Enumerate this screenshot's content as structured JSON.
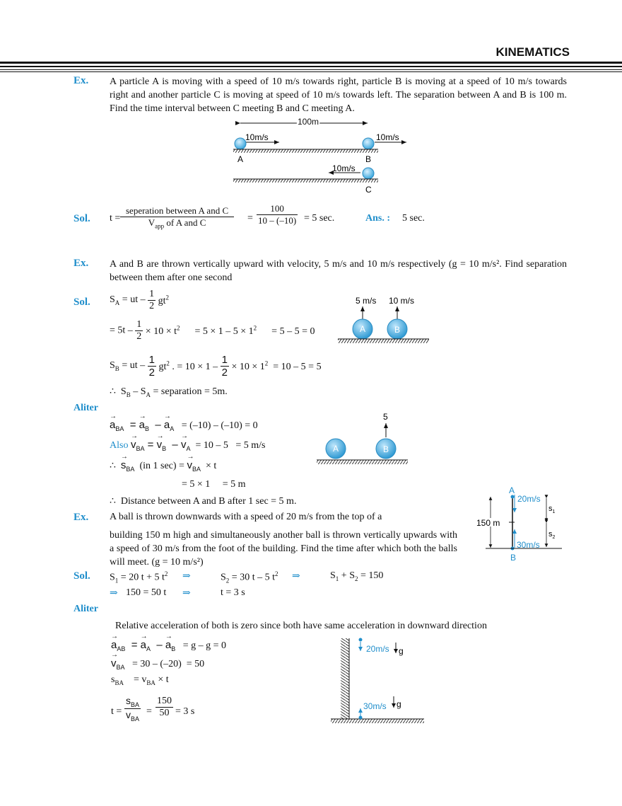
{
  "header": {
    "title": "KINEMATICS"
  },
  "ex1": {
    "label": "Ex.",
    "text": "A particle A is moving with a speed of 10 m/s towards right, particle B is moving at a speed of 10 m/s towards right and another particle C is moving at speed of 10 m/s towards left. The separation between A and B is 100 m. Find the time interval between C meeting B and C meeting A.",
    "fig": {
      "distance": "100m",
      "vA": "10m/s",
      "vB": "10m/s",
      "vC": "10m/s",
      "A": "A",
      "B": "B",
      "C": "C"
    }
  },
  "sol1": {
    "label": "Sol.",
    "t_eq": "t =",
    "num": "seperation  between  A and C",
    "den_v": "V",
    "den_sub": "app",
    "den_rest": " of A  and  C",
    "eq": "=",
    "num2": "100",
    "den2": "10 – (–10)",
    "result": "= 5 sec.",
    "ans_label": "Ans. :",
    "ans": "5 sec."
  },
  "ex2": {
    "label": "Ex.",
    "text": "A and B are thrown vertically upward with velocity, 5 m/s and 10 m/s respectively (g = 10 m/s². Find separation between them after one second",
    "fig": {
      "vA": "5 m/s",
      "vB": "10 m/s",
      "A": "A",
      "B": "B"
    }
  },
  "sol2": {
    "label": "Sol.",
    "l1": "S<sub>A</sub> = ut –",
    "half": "1",
    "two": "2",
    "l1b": "gt<sup>2</sup>",
    "l2a": "= 5t –",
    "l2b": "× 10 × t<sup>2</sup> &nbsp;&nbsp;&nbsp;&nbsp; = 5 × 1 – 5 × 1<sup>2</sup> &nbsp;&nbsp;&nbsp;&nbsp; = 5 – 5 = 0",
    "l3a": "S<sub>B</sub> = ut –",
    "l3b": "gt<sup>2</sup> . = 10 × 1 –",
    "l3c": "× 10 × 1<sup>2</sup> &nbsp;= 10 – 5 = 5",
    "l4": "∴ &nbsp;S<sub>B</sub> – S<sub>A</sub> = separation = 5m."
  },
  "aliter1": {
    "label": "Aliter",
    "l1": "= (–10) – (–10) = 0",
    "also": "Also",
    "l2": "= 10 – 5 &nbsp; = 5 m/s",
    "l3": "(in 1 sec) =",
    "l3b": "× t",
    "l4": "= 5 × 1 &nbsp;&nbsp;&nbsp; = 5 m",
    "l5": "∴ &nbsp;Distance between A and B after 1 sec = 5 m.",
    "fig": {
      "v": "5",
      "A": "A",
      "B": "B"
    }
  },
  "ex3": {
    "label": "Ex.",
    "line1": "A ball is thrown downwards with a speed of 20 m/s from the top of a",
    "text": "building 150 m high and simultaneously another ball is thrown vertically upwards with a speed of 30 m/s from the foot of the building. Find the time after which both the balls will meet. (g = 10 m/s²)",
    "fig": {
      "A": "A",
      "B": "B",
      "h": "150 m",
      "vA": "20m/s",
      "vB": "30m/s",
      "s1": "s",
      "s2": "s"
    }
  },
  "sol3": {
    "label": "Sol.",
    "e1": "S<sub>1</sub> = 20 t + 5 t<sup>2</sup>",
    "e2": "S<sub>2</sub> = 30 t – 5 t<sup>2</sup>",
    "e3": "S<sub>1</sub> + S<sub>2</sub> = 150",
    "e4": "150 = 50 t",
    "e5": "t = 3 s"
  },
  "aliter2": {
    "label": "Aliter",
    "intro": "Relative acceleration of both is zero since both have same acceleration in downward direction",
    "l1": "= g – g = 0",
    "l2": "= 30 – (–20) &nbsp;= 50",
    "l3": "s<sub>BA</sub> &nbsp;&nbsp; = v<sub>BA</sub> × t",
    "t": "t =",
    "num": "150",
    "den": "50",
    "res": "= 3 s",
    "fig": {
      "v1": "20m/s",
      "v2": "30m/s",
      "g": "g"
    }
  }
}
